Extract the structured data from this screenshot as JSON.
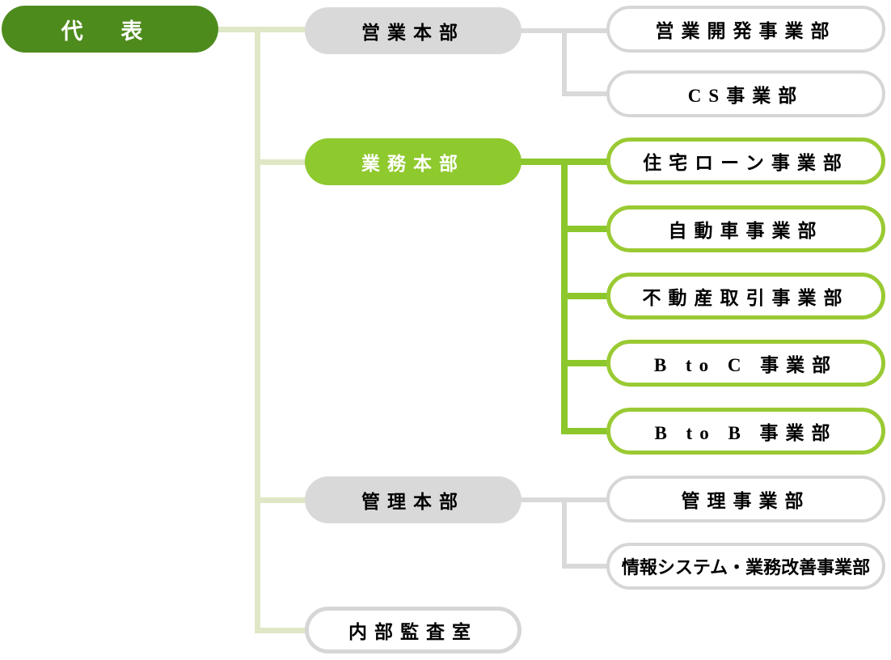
{
  "palette": {
    "dark_green": "#4e8b1d",
    "light_green": "#8ec92e",
    "line_green": "#8cc72c",
    "border_green": "#9aca33",
    "gray": "#d9d9d9",
    "gray_border": "#d6d6d6",
    "pale_line": "#dfe7c6",
    "text_black": "#000000",
    "text_white": "#ffffff"
  },
  "org": {
    "root": {
      "label": "代 表"
    },
    "groups": [
      {
        "hq": {
          "label": "営業本部"
        },
        "children": [
          {
            "label": "営業開発事業部"
          },
          {
            "label": "CS事業部"
          }
        ]
      },
      {
        "hq": {
          "label": "業務本部"
        },
        "children": [
          {
            "label": "住宅ローン事業部"
          },
          {
            "label": "自動車事業部"
          },
          {
            "label": "不動産取引事業部"
          },
          {
            "label": "B to C 事業部"
          },
          {
            "label": "B to B 事業部"
          }
        ]
      },
      {
        "hq": {
          "label": "管理本部"
        },
        "children": [
          {
            "label": "管理事業部"
          },
          {
            "label": "情報システム・業務改善事業部"
          }
        ]
      }
    ],
    "office": {
      "label": "内部監査室"
    }
  }
}
